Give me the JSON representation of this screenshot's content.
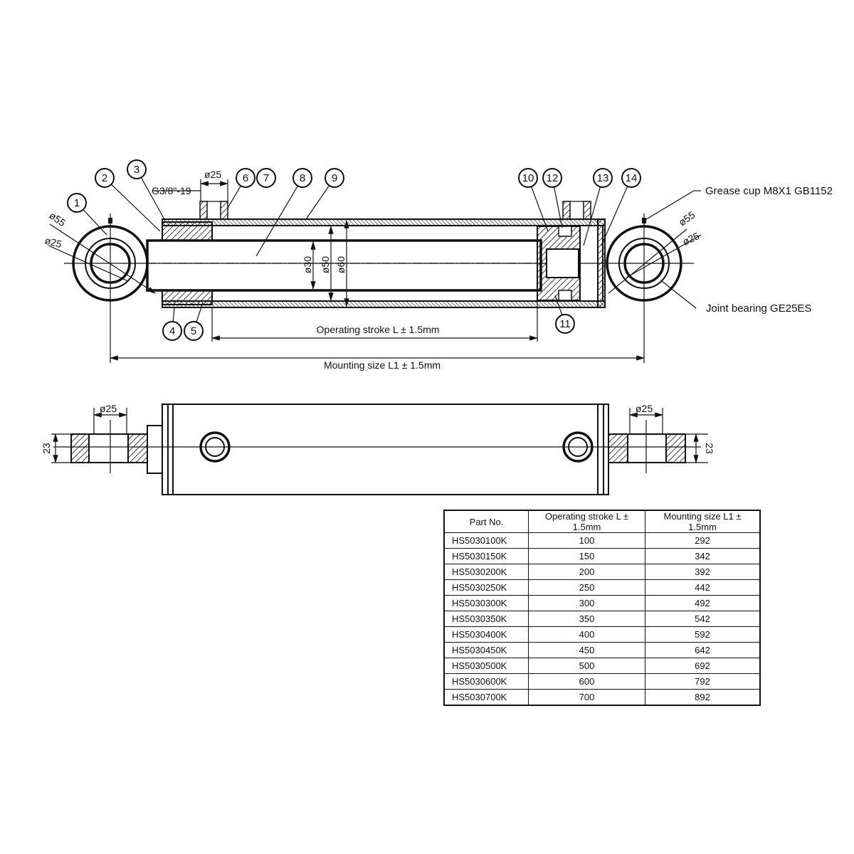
{
  "callouts": [
    "1",
    "2",
    "3",
    "4",
    "5",
    "6",
    "7",
    "8",
    "9",
    "10",
    "11",
    "12",
    "13",
    "14"
  ],
  "labels": {
    "thread": "G3/8\"-19",
    "port_dia": "ø25",
    "eye_outer_left": "ø55",
    "eye_inner_left": "ø25",
    "eye_outer_right": "ø55",
    "eye_inner_right": "ø25",
    "rod_dia": "ø30",
    "bore_dia": "ø50",
    "tube_dia": "ø60",
    "grease_cup": "Grease cup M8X1 GB1152",
    "joint_bearing": "Joint bearing GE25ES",
    "operating_stroke": "Operating stroke L ± 1.5mm",
    "mounting_size": "Mounting size L1 ± 1.5mm",
    "side_left_dia": "ø25",
    "side_right_dia": "ø25",
    "side_left_width": "23",
    "side_right_width": "23"
  },
  "table": {
    "headers": [
      "Part No.",
      "Operating stroke L ± 1.5mm",
      "Mounting size L1 ± 1.5mm"
    ],
    "rows": [
      [
        "HS5030100K",
        "100",
        "292"
      ],
      [
        "HS5030150K",
        "150",
        "342"
      ],
      [
        "HS5030200K",
        "200",
        "392"
      ],
      [
        "HS5030250K",
        "250",
        "442"
      ],
      [
        "HS5030300K",
        "300",
        "492"
      ],
      [
        "HS5030350K",
        "350",
        "542"
      ],
      [
        "HS5030400K",
        "400",
        "592"
      ],
      [
        "HS5030450K",
        "450",
        "642"
      ],
      [
        "HS5030500K",
        "500",
        "692"
      ],
      [
        "HS5030600K",
        "600",
        "792"
      ],
      [
        "HS5030700K",
        "700",
        "892"
      ]
    ]
  }
}
